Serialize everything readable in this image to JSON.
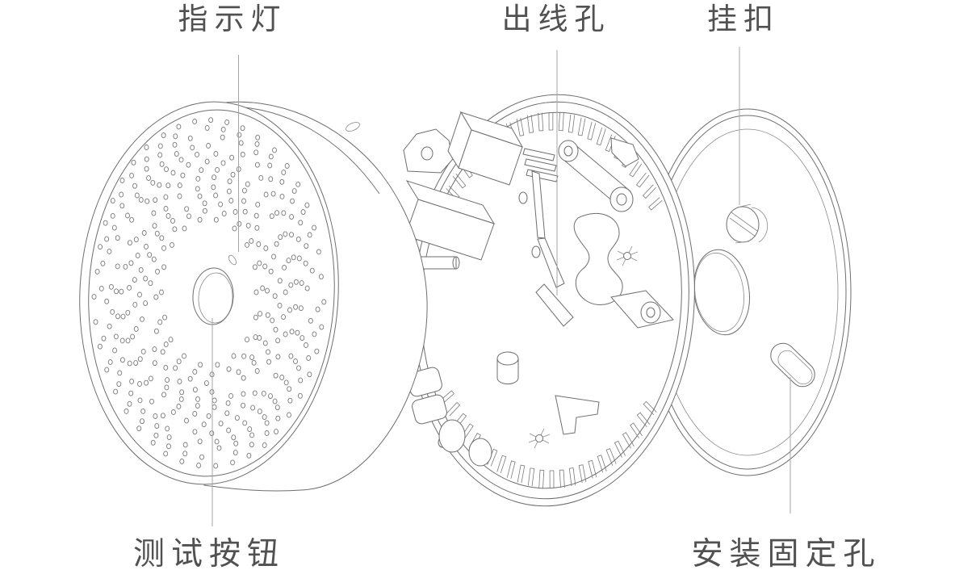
{
  "figure": {
    "background": "#ffffff",
    "labels": {
      "indicator_light": "指示灯",
      "wire_outlet": "出线孔",
      "hook": "挂扣",
      "test_button": "测试按钮",
      "mounting_hole": "安装固定孔"
    },
    "colors": {
      "outline": "#6e6e6e",
      "fine_detail": "#7a7a7a",
      "leader_line": "#a5a5a5",
      "label_text": "#515151"
    }
  }
}
